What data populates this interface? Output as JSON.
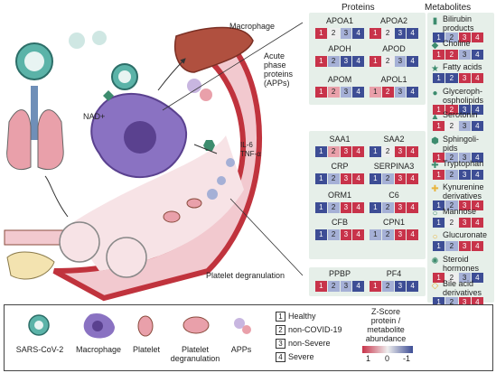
{
  "headers": {
    "proteins": "Proteins",
    "metabolites": "Metabolites"
  },
  "labels": {
    "macrophage": "Macrophage",
    "app": "Acute\nphase\nproteins\n(APPs)",
    "platelet": "Platelet degranulation",
    "il6": "IL-6\nTNF-α",
    "nad": "NAD+"
  },
  "colors": {
    "red": "#c8334a",
    "lightred": "#e9a0aa",
    "blue": "#3d4d95",
    "lightblue": "#a5b0d6",
    "white": "#eeeeee",
    "panel": "#e6efe9",
    "vessel": "#c0333d",
    "macrophage": "#6b4fa8"
  },
  "proteins": [
    {
      "name": "APOA1",
      "cells": [
        "r",
        "w",
        "lb",
        "b"
      ]
    },
    {
      "name": "APOA2",
      "cells": [
        "r",
        "w",
        "b",
        "b"
      ]
    },
    {
      "name": "APOH",
      "cells": [
        "r",
        "lb",
        "b",
        "b"
      ]
    },
    {
      "name": "APOD",
      "cells": [
        "r",
        "w",
        "lb",
        "b"
      ]
    },
    {
      "name": "APOM",
      "cells": [
        "r",
        "lr",
        "lb",
        "b"
      ]
    },
    {
      "name": "APOL1",
      "cells": [
        "lr",
        "r",
        "lb",
        "b"
      ]
    },
    {
      "name": "SAA1",
      "cells": [
        "b",
        "lr",
        "r",
        "r"
      ]
    },
    {
      "name": "SAA2",
      "cells": [
        "b",
        "w",
        "r",
        "r"
      ]
    },
    {
      "name": "CRP",
      "cells": [
        "b",
        "lb",
        "r",
        "r"
      ]
    },
    {
      "name": "SERPINA3",
      "cells": [
        "b",
        "lb",
        "r",
        "r"
      ]
    },
    {
      "name": "ORM1",
      "cells": [
        "b",
        "lb",
        "r",
        "r"
      ]
    },
    {
      "name": "C6",
      "cells": [
        "b",
        "lb",
        "r",
        "r"
      ]
    },
    {
      "name": "CFB",
      "cells": [
        "b",
        "lb",
        "r",
        "r"
      ]
    },
    {
      "name": "CPN1",
      "cells": [
        "lb",
        "lb",
        "r",
        "r"
      ]
    },
    {
      "name": "PPBP",
      "cells": [
        "r",
        "lb",
        "lb",
        "b"
      ]
    },
    {
      "name": "PF4",
      "cells": [
        "r",
        "lb",
        "b",
        "b"
      ]
    }
  ],
  "metabolites": [
    {
      "name": "Bilirubin\nproducts",
      "icon": "▮",
      "iconColor": "#3d8c6e",
      "cells": [
        "b",
        "lb",
        "r",
        "r"
      ]
    },
    {
      "name": "Choline",
      "icon": "◆",
      "iconColor": "#3d8c6e",
      "cells": [
        "r",
        "r",
        "lb",
        "b"
      ]
    },
    {
      "name": "Fatty acids",
      "icon": "★",
      "iconColor": "#3d8c6e",
      "cells": [
        "b",
        "b",
        "r",
        "r"
      ]
    },
    {
      "name": "Glyceroph-\nospholipids",
      "icon": "●",
      "iconColor": "#3d8c6e",
      "cells": [
        "r",
        "r",
        "b",
        "b"
      ]
    },
    {
      "name": "Serotonin",
      "icon": "▲",
      "iconColor": "#3d8c6e",
      "cells": [
        "r",
        "w",
        "lb",
        "b"
      ]
    },
    {
      "name": "Sphingoli-\npids",
      "icon": "⬢",
      "iconColor": "#3d8c6e",
      "cells": [
        "r",
        "lb",
        "lb",
        "b"
      ]
    },
    {
      "name": "Tryptophan",
      "icon": "✚",
      "iconColor": "#3d8c6e",
      "cells": [
        "r",
        "lb",
        "b",
        "b"
      ]
    },
    {
      "name": "Kynurenine\nderivatives",
      "icon": "✚",
      "iconColor": "#e8b43c",
      "cells": [
        "b",
        "lb",
        "r",
        "r"
      ]
    },
    {
      "name": "Mannose",
      "icon": "○",
      "iconColor": "#3d8c6e",
      "cells": [
        "b",
        "w",
        "r",
        "r"
      ]
    },
    {
      "name": "Glucuronate",
      "icon": "○",
      "iconColor": "#e8b43c",
      "cells": [
        "b",
        "lb",
        "r",
        "r"
      ]
    },
    {
      "name": "Steroid\nhormones",
      "icon": "✺",
      "iconColor": "#3d8c6e",
      "cells": [
        "r",
        "w",
        "lb",
        "b"
      ]
    },
    {
      "name": "Bile acid\nderivatives",
      "icon": "◇",
      "iconColor": "#e8b43c",
      "cells": [
        "b",
        "lb",
        "r",
        "r"
      ]
    }
  ],
  "legend": {
    "items": [
      "SARS-CoV-2",
      "Macrophage",
      "Platelet",
      "Platelet\ndegranulation",
      "APPs"
    ],
    "groups": [
      {
        "n": "1",
        "label": "Healthy"
      },
      {
        "n": "2",
        "label": "non-COVID-19"
      },
      {
        "n": "3",
        "label": "non-Severe"
      },
      {
        "n": "4",
        "label": "Severe"
      }
    ],
    "zscore_title": "Z-Score\nprotein /\nmetabolite\nabundance",
    "zscore_ticks": [
      "1",
      "0",
      "-1"
    ]
  }
}
